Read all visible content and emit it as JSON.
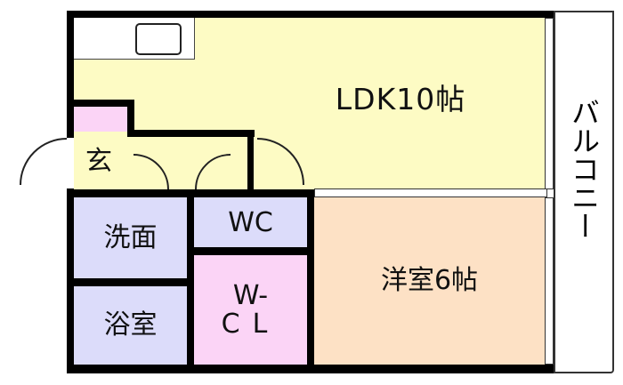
{
  "rooms": {
    "ldk": "LDK10帖",
    "entrance": "玄",
    "washroom": "洗面",
    "bath": "浴室",
    "wc": "WC",
    "wcl_line1": "W-",
    "wcl_line2": "CL",
    "western": "洋室6帖",
    "balcony": "バルコニー"
  },
  "colors": {
    "ldk": "#fdfbc4",
    "wet": "#dcdcfa",
    "closet": "#fbd4f6",
    "western": "#fde1c5",
    "wall": "#000000"
  }
}
